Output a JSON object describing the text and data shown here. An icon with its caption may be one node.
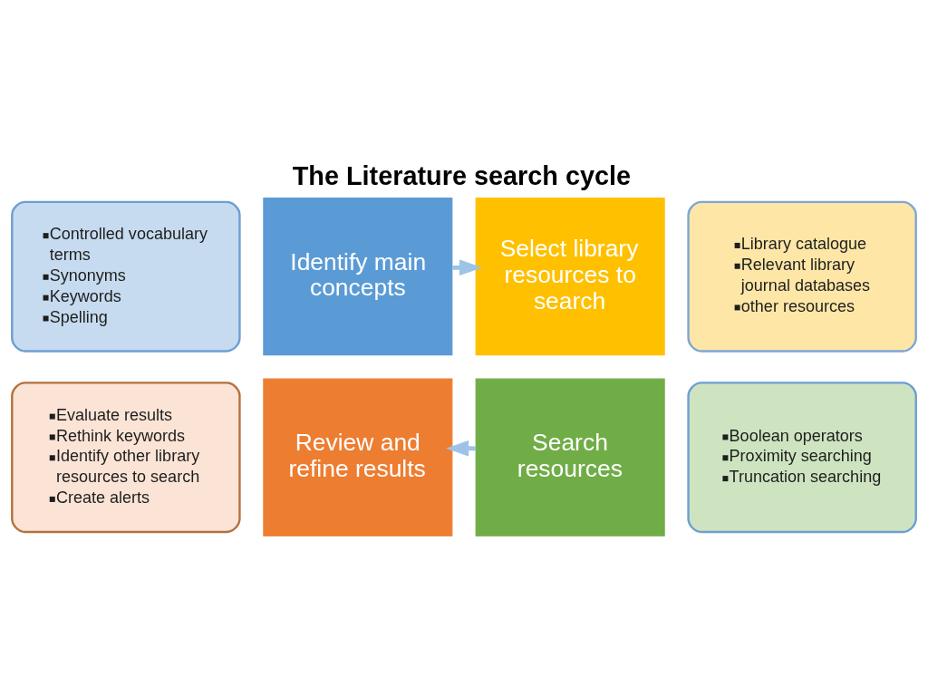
{
  "diagram": {
    "title": "The Literature search cycle",
    "nodes": [
      {
        "text": [
          "Controlled vocabulary terms",
          "Synonyms",
          "Keywords",
          "Spelling"
        ]
      },
      {
        "text": [
          "Library catalogue",
          "Relevant library journal databases",
          "other resources"
        ]
      },
      {
        "text": [
          "Identify main concepts"
        ]
      },
      {
        "text": [
          "Select library resources to search"
        ]
      },
      {
        "text": [
          "Review and refine results"
        ]
      },
      {
        "text": [
          "Search resources"
        ]
      },
      {
        "text": [
          "Evaluate results",
          "Rethink keywords",
          "Identify other library resources to search",
          "Create alerts"
        ]
      },
      {
        "text": [
          "Boolean operators",
          "Proximity searching",
          "Truncation searching"
        ]
      }
    ],
    "edges": [
      {
        "from": 2,
        "to": 3,
        "arrow": "to"
      },
      {
        "from": 5,
        "to": 4,
        "arrow": "to"
      }
    ]
  }
}
